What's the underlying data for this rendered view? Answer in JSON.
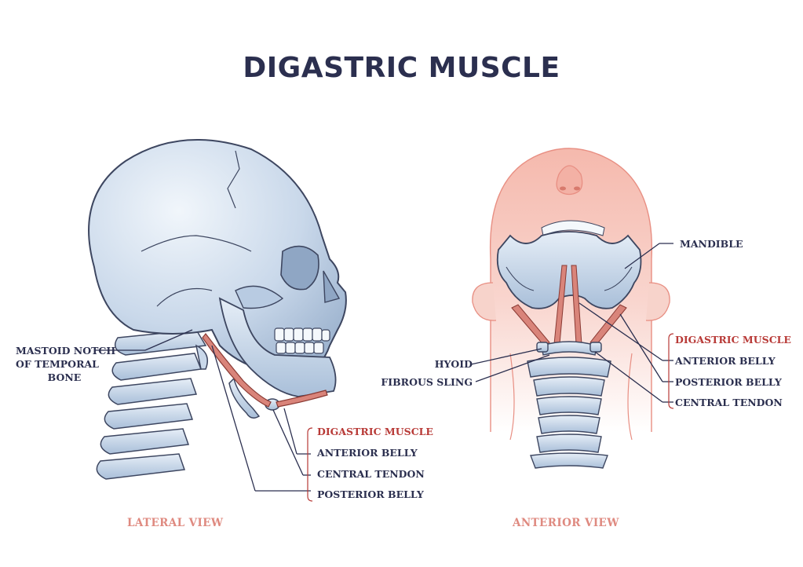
{
  "title": "DIGASTRIC MUSCLE",
  "lateral": {
    "view_label": "LATERAL VIEW",
    "mastoid_label": [
      "MASTOID NOTCH",
      "OF TEMPORAL",
      "BONE"
    ],
    "group_title": "DIGASTRIC MUSCLE",
    "items": [
      "ANTERIOR BELLY",
      "CENTRAL TENDON",
      "POSTERIOR BELLY"
    ]
  },
  "anterior": {
    "view_label": "ANTERIOR VIEW",
    "mandible_label": "MANDIBLE",
    "hyoid_label": "HYOID",
    "sling_label": "FIBROUS SLING",
    "group_title": "DIGASTRIC MUSCLE",
    "items": [
      "ANTERIOR BELLY",
      "POSTERIOR BELLY",
      "CENTRAL TENDON"
    ]
  },
  "colors": {
    "title": "#2b2f4f",
    "accent_red": "#b83a37",
    "view_label": "#df8a80",
    "bone": "#c9d8ea",
    "outline": "#3d4660",
    "muscle": "#d9847a",
    "skin": "#f6c7bd"
  }
}
